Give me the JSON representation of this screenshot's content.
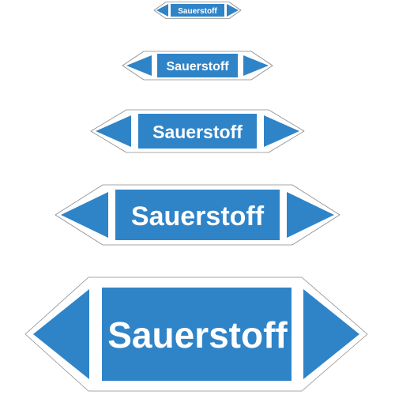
{
  "labels": [
    {
      "text": "Sauerstoff"
    },
    {
      "text": "Sauerstoff"
    },
    {
      "text": "Sauerstoff"
    },
    {
      "text": "Sauerstoff"
    },
    {
      "text": "Sauerstoff"
    }
  ],
  "colors": {
    "fill": "#2f84c8",
    "outline": "#8a8a8a",
    "text": "#ffffff",
    "background": "#ffffff"
  }
}
